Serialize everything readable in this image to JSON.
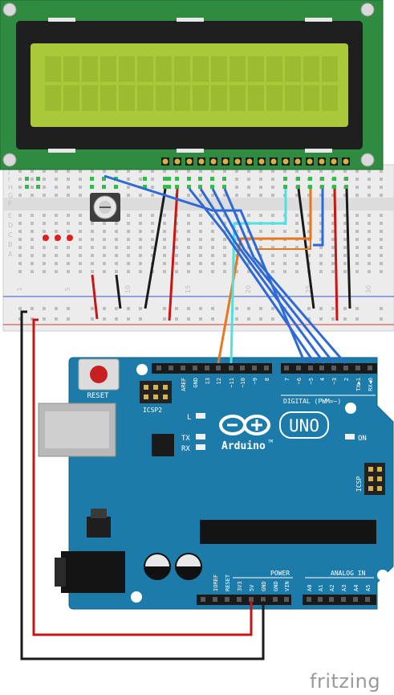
{
  "brand": "fritzing",
  "arduino": {
    "logo_text": "Arduino",
    "tm": "TM",
    "model": "UNO",
    "reset_label": "RESET",
    "icsp2_label": "ICSP2",
    "icsp_label": "ICSP",
    "digital_label": "DIGITAL (PWM=~)",
    "power_label": "POWER",
    "analog_label": "ANALOG IN",
    "led_labels": {
      "l": "L",
      "tx": "TX",
      "rx": "RX",
      "on": "ON"
    },
    "digital_pins": [
      "AREF",
      "GND",
      "13",
      "12",
      "~11",
      "~10",
      "~9",
      "8",
      "7",
      "~6",
      "~5",
      "4",
      "~3",
      "2",
      "TX▶1",
      "RX◀0"
    ],
    "power_pins": [
      "IOREF",
      "RESET",
      "3V3",
      "5V",
      "GND",
      "GND",
      "VIN"
    ],
    "analog_pins": [
      "A0",
      "A1",
      "A2",
      "A3",
      "A4",
      "A5"
    ]
  },
  "breadboard": {
    "row_letters_top": [
      "J",
      "I",
      "H",
      "G",
      "F"
    ],
    "row_letters_bottom": [
      "E",
      "D",
      "C",
      "B",
      "A"
    ],
    "column_numbers": [
      "1",
      "5",
      "10",
      "15",
      "20",
      "25",
      "30"
    ]
  },
  "colors": {
    "arduino_board": "#1c7ba8",
    "lcd_pcb": "#2e8b3f",
    "lcd_screen": "#a9c83a",
    "wire_blue": "#2e6ad6",
    "wire_orange": "#e8761e",
    "wire_cyan": "#4fe0e0",
    "wire_red": "#d11a1a",
    "wire_black": "#222222"
  }
}
